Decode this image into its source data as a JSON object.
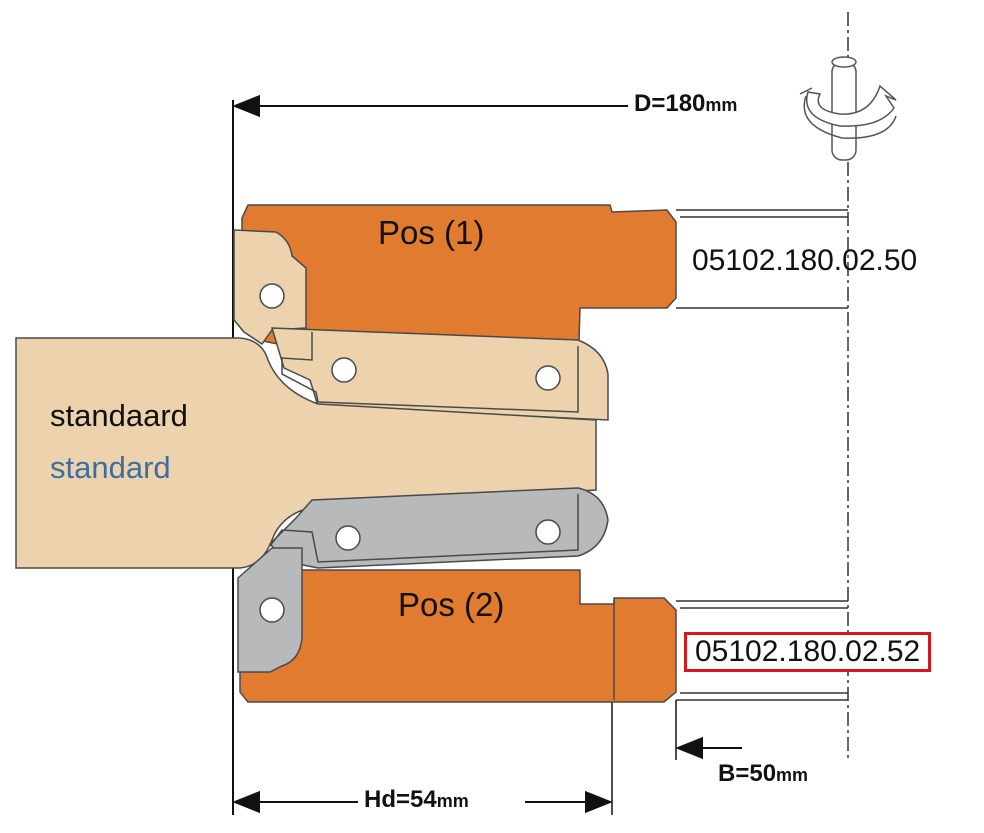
{
  "dimensions": {
    "diameter": {
      "label": "D=180",
      "unit": "mm"
    },
    "hub_height": {
      "label": "Hd=54",
      "unit": "mm"
    },
    "bore_width": {
      "label": "B=50",
      "unit": "mm"
    }
  },
  "positions": {
    "pos1": {
      "label": "Pos (1)",
      "part_code": "05102.180.02.50"
    },
    "pos2": {
      "label": "Pos (2)",
      "part_code": "05102.180.02.52"
    }
  },
  "standard_labels": {
    "nl": "standaard",
    "en": "standard"
  },
  "colors": {
    "orange": "#e07b30",
    "tan": "#ecd2ad",
    "grey": "#b7b9bb",
    "outline": "#4a4a4a",
    "highlight": "#d9161c",
    "english_text": "#3e6ea0"
  },
  "icons": {
    "rotation": "rotation-direction-icon"
  }
}
